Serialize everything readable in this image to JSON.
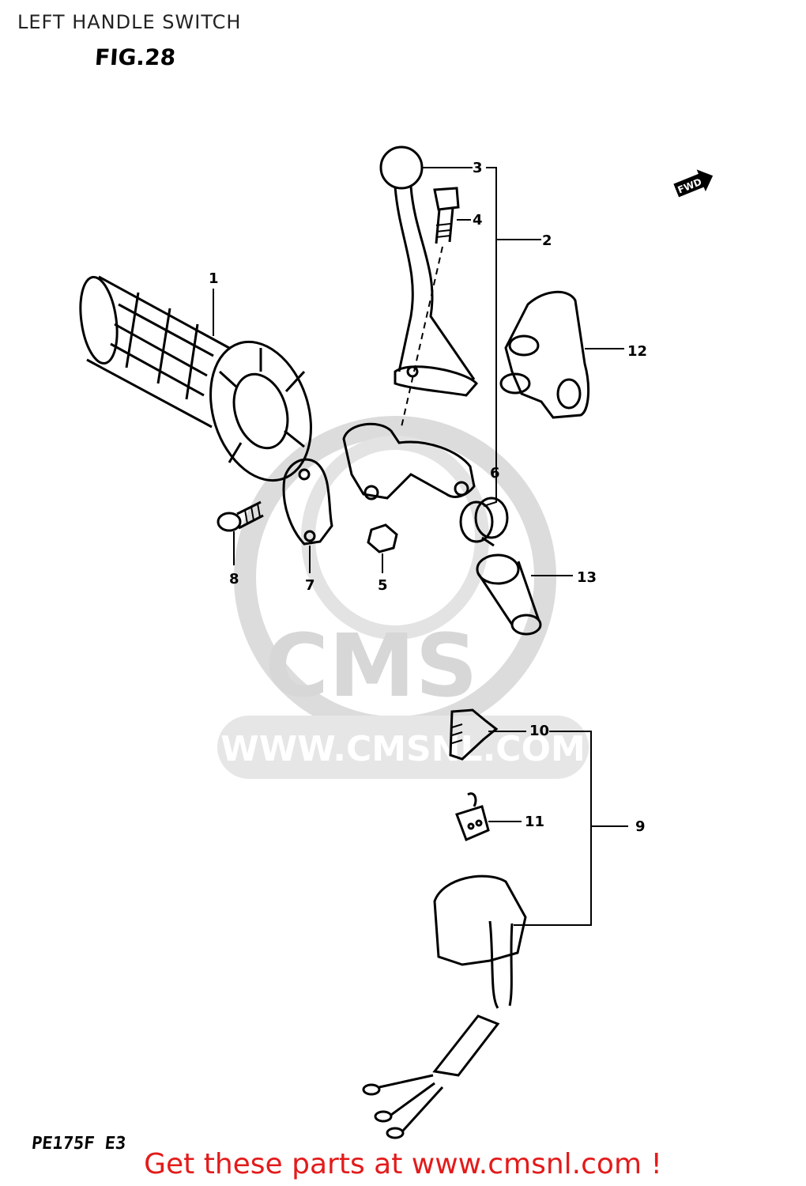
{
  "header": {
    "title": "LEFT HANDLE SWITCH",
    "figure": "FIG.28"
  },
  "callouts": {
    "p1": "1",
    "p2": "2",
    "p3": "3",
    "p4": "4",
    "p5": "5",
    "p6": "6",
    "p7": "7",
    "p8": "8",
    "p9": "9",
    "p10": "10",
    "p11": "11",
    "p12": "12",
    "p13": "13"
  },
  "fwd_label": "FWD",
  "watermark": {
    "logo": "CMS",
    "url": "WWW.CMSNL.COM"
  },
  "footer": {
    "model": "PE175F E3",
    "cta": "Get these parts at www.cmsnl.com !"
  },
  "colors": {
    "cta": "#e31b1b",
    "line": "#000000",
    "watermark": "#d7d7d7"
  }
}
